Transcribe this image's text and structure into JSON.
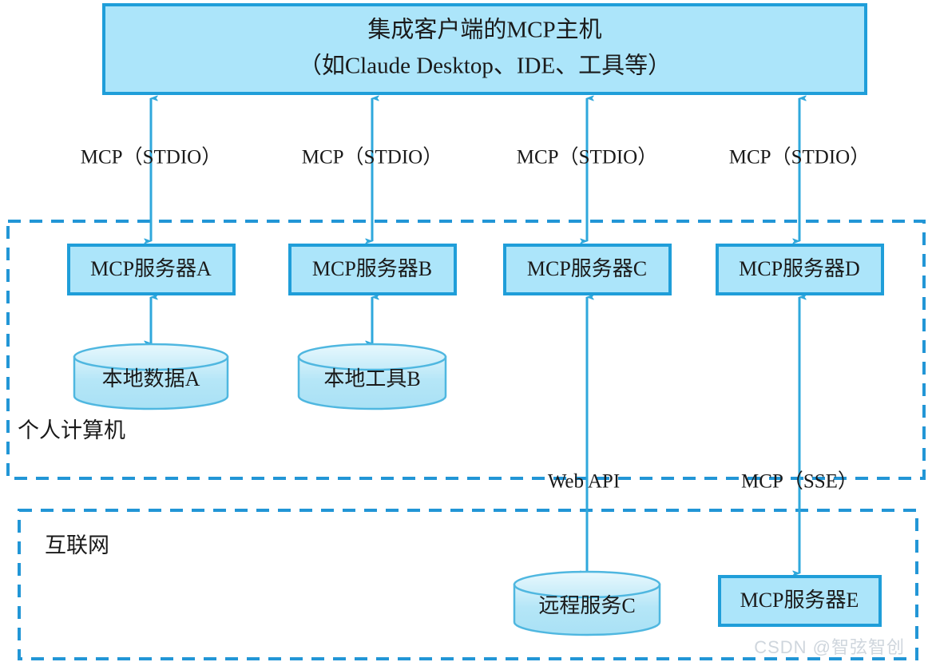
{
  "diagram": {
    "title_node": {
      "line1": "集成客户端的MCP主机",
      "line2": "（如Claude Desktop、IDE、工具等）"
    },
    "zones": [
      {
        "id": "personal-computer",
        "label": "个人计算机"
      },
      {
        "id": "internet",
        "label": "互联网"
      }
    ],
    "servers": [
      {
        "id": "server-a",
        "label": "MCP服务器A"
      },
      {
        "id": "server-b",
        "label": "MCP服务器B"
      },
      {
        "id": "server-c",
        "label": "MCP服务器C"
      },
      {
        "id": "server-d",
        "label": "MCP服务器D"
      }
    ],
    "local_resources": [
      {
        "id": "local-data-a",
        "label": "本地数据A",
        "shape": "cylinder"
      },
      {
        "id": "local-tool-b",
        "label": "本地工具B",
        "shape": "cylinder"
      }
    ],
    "remote_resources": [
      {
        "id": "remote-service-c",
        "label": "远程服务C",
        "shape": "cylinder"
      },
      {
        "id": "server-e",
        "label": "MCP服务器E",
        "shape": "rectangle"
      }
    ],
    "edge_labels": {
      "host_to_a": "MCP（STDIO）",
      "host_to_b": "MCP（STDIO）",
      "host_to_c": "MCP（STDIO）",
      "host_to_d": "MCP（STDIO）",
      "c_to_remote": "Web API",
      "d_to_server_e": "MCP（SSE）"
    },
    "colors": {
      "node_fill": "#ace5fa",
      "node_stroke": "#1f9ed9",
      "cylinder_fill": "#b9e8f8",
      "cylinder_stroke": "#4fb7e0",
      "arrow": "#2fa8dc",
      "zone_dash": "#2296d6",
      "text": "#1a1a1a",
      "watermark": "#cfd6dd",
      "background": "#ffffff"
    }
  },
  "watermark": {
    "text": "CSDN @智弦智创"
  }
}
